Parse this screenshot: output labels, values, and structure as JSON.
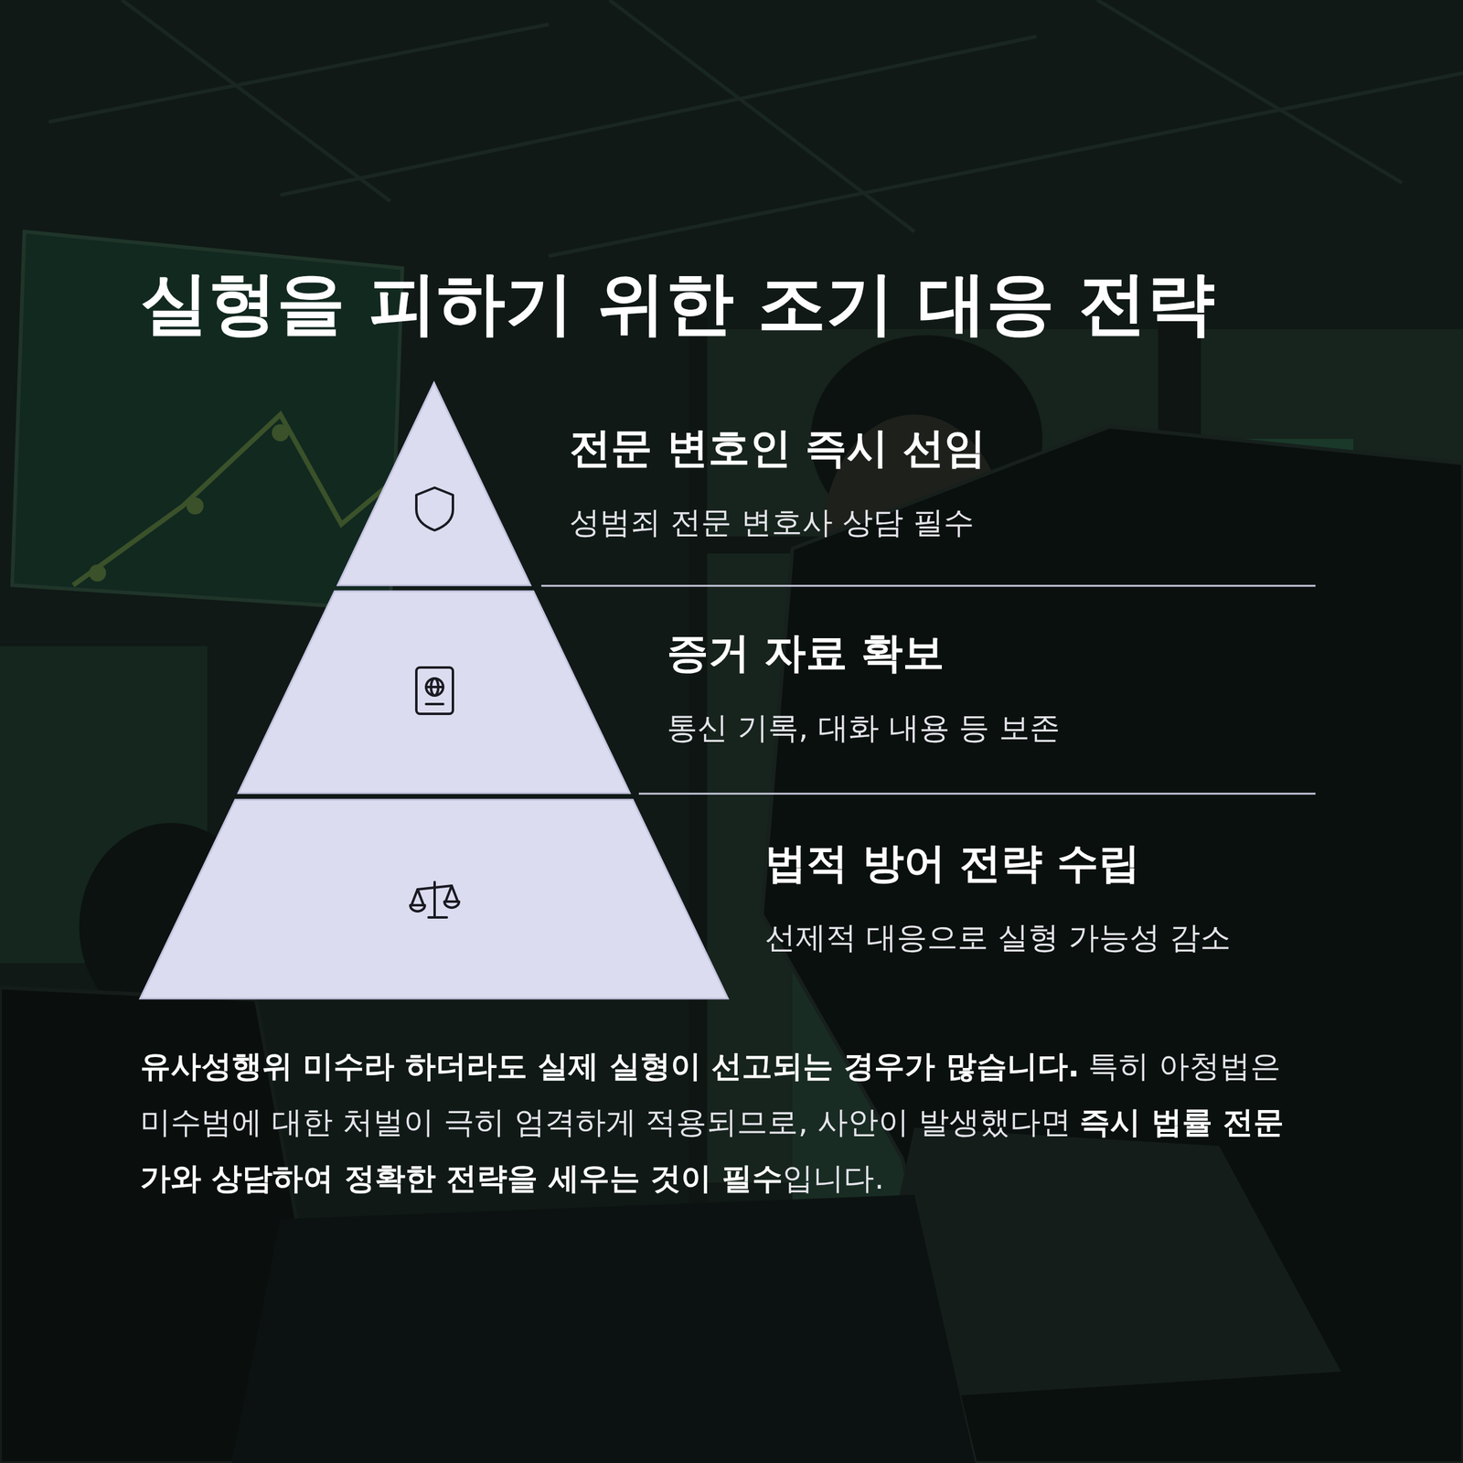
{
  "diagram": {
    "title": "실형을 피하기 위한 조기 대응 전략",
    "nodes": [
      {
        "text": [
          "전문 변호인 즉시 선임",
          "성범죄 전문 변호사 상담 필수"
        ]
      },
      {
        "text": [
          "증거 자료 확보",
          "통신 기록, 대화 내용 등 보존"
        ]
      },
      {
        "text": [
          "법적 방어 전략 수립",
          "선제적 대응으로 실형 가능성 감소"
        ]
      }
    ],
    "labels": [
      "유사성행위 미수라 하더라도 실제 실형이 선고되는 경우가 많습니다.",
      "특히 아청법은 미수범에 대한 처벌이 극히 엄격하게 적용되므로, 사안이 발생했다면",
      "즉시 법률 전문가와 상담하여 정확한 전략을 세우는 것이 필수",
      "입니다."
    ]
  }
}
